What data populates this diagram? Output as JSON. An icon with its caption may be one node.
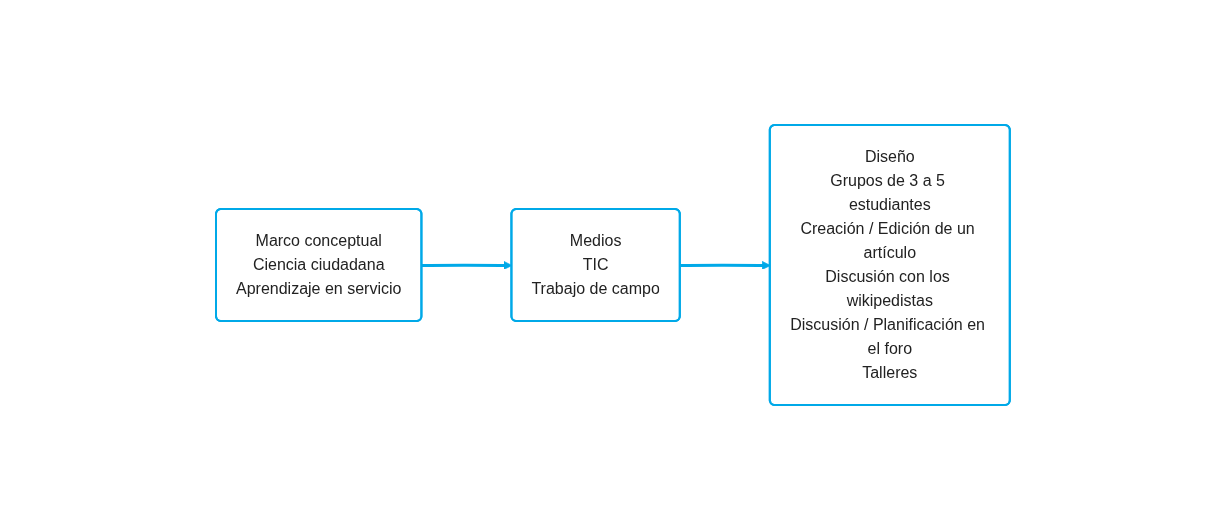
{
  "diagram": {
    "nodes": [
      {
        "text": [
          "Marco conceptual",
          "Ciencia ciudadana",
          "Aprendizaje en servicio"
        ]
      },
      {
        "text": [
          "Medios",
          "TIC",
          "Trabajo de campo"
        ]
      },
      {
        "text": [
          "Diseño",
          "Grupos de 3 a 5 estudiantes",
          "Creación / Edición de un artículo",
          "Discusión con los wikipedistas",
          "Discusión / Planificación en el foro",
          "Talleres"
        ]
      }
    ],
    "edges": [
      {
        "from": 0,
        "to": 1,
        "arrow": "to"
      },
      {
        "from": 1,
        "to": 2,
        "arrow": "to"
      }
    ]
  }
}
